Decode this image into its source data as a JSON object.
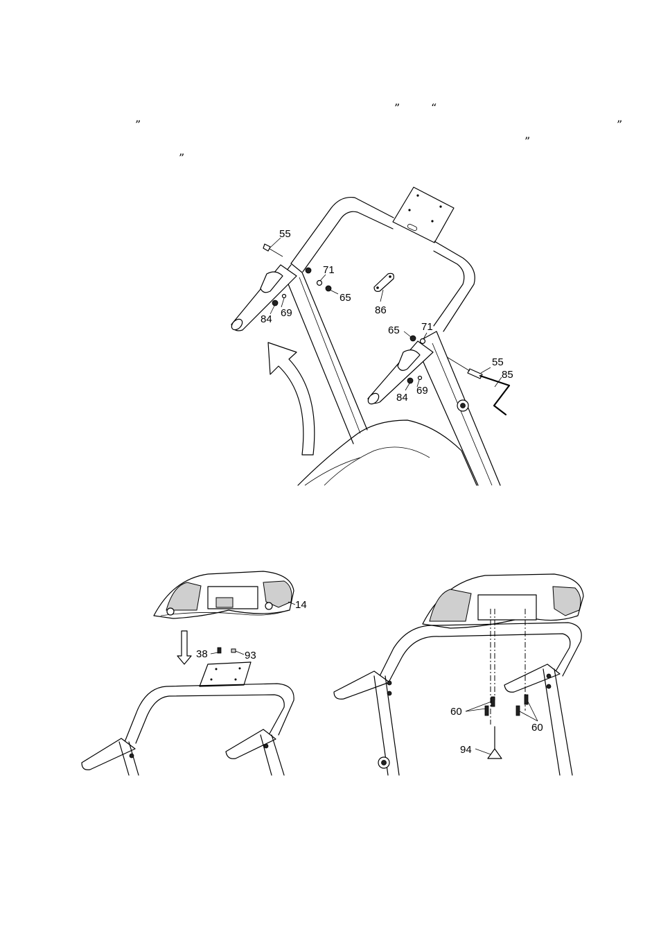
{
  "text_marks": {
    "q1": "”",
    "q2": "“",
    "q3": "”",
    "q4": "”",
    "q5": "”",
    "q6": "”"
  },
  "diagram_top": {
    "labels": {
      "l55a": "55",
      "l71a": "71",
      "l65a": "65",
      "l86": "86",
      "l84a": "84",
      "l69a": "69",
      "l65b": "65",
      "l71b": "71",
      "l55b": "55",
      "l85": "85",
      "l84b": "84",
      "l69b": "69"
    }
  },
  "diagram_left": {
    "labels": {
      "l14": "14",
      "l38": "38",
      "l93": "93"
    }
  },
  "diagram_right": {
    "labels": {
      "l60a": "60",
      "l60b": "60",
      "l94": "94"
    }
  }
}
